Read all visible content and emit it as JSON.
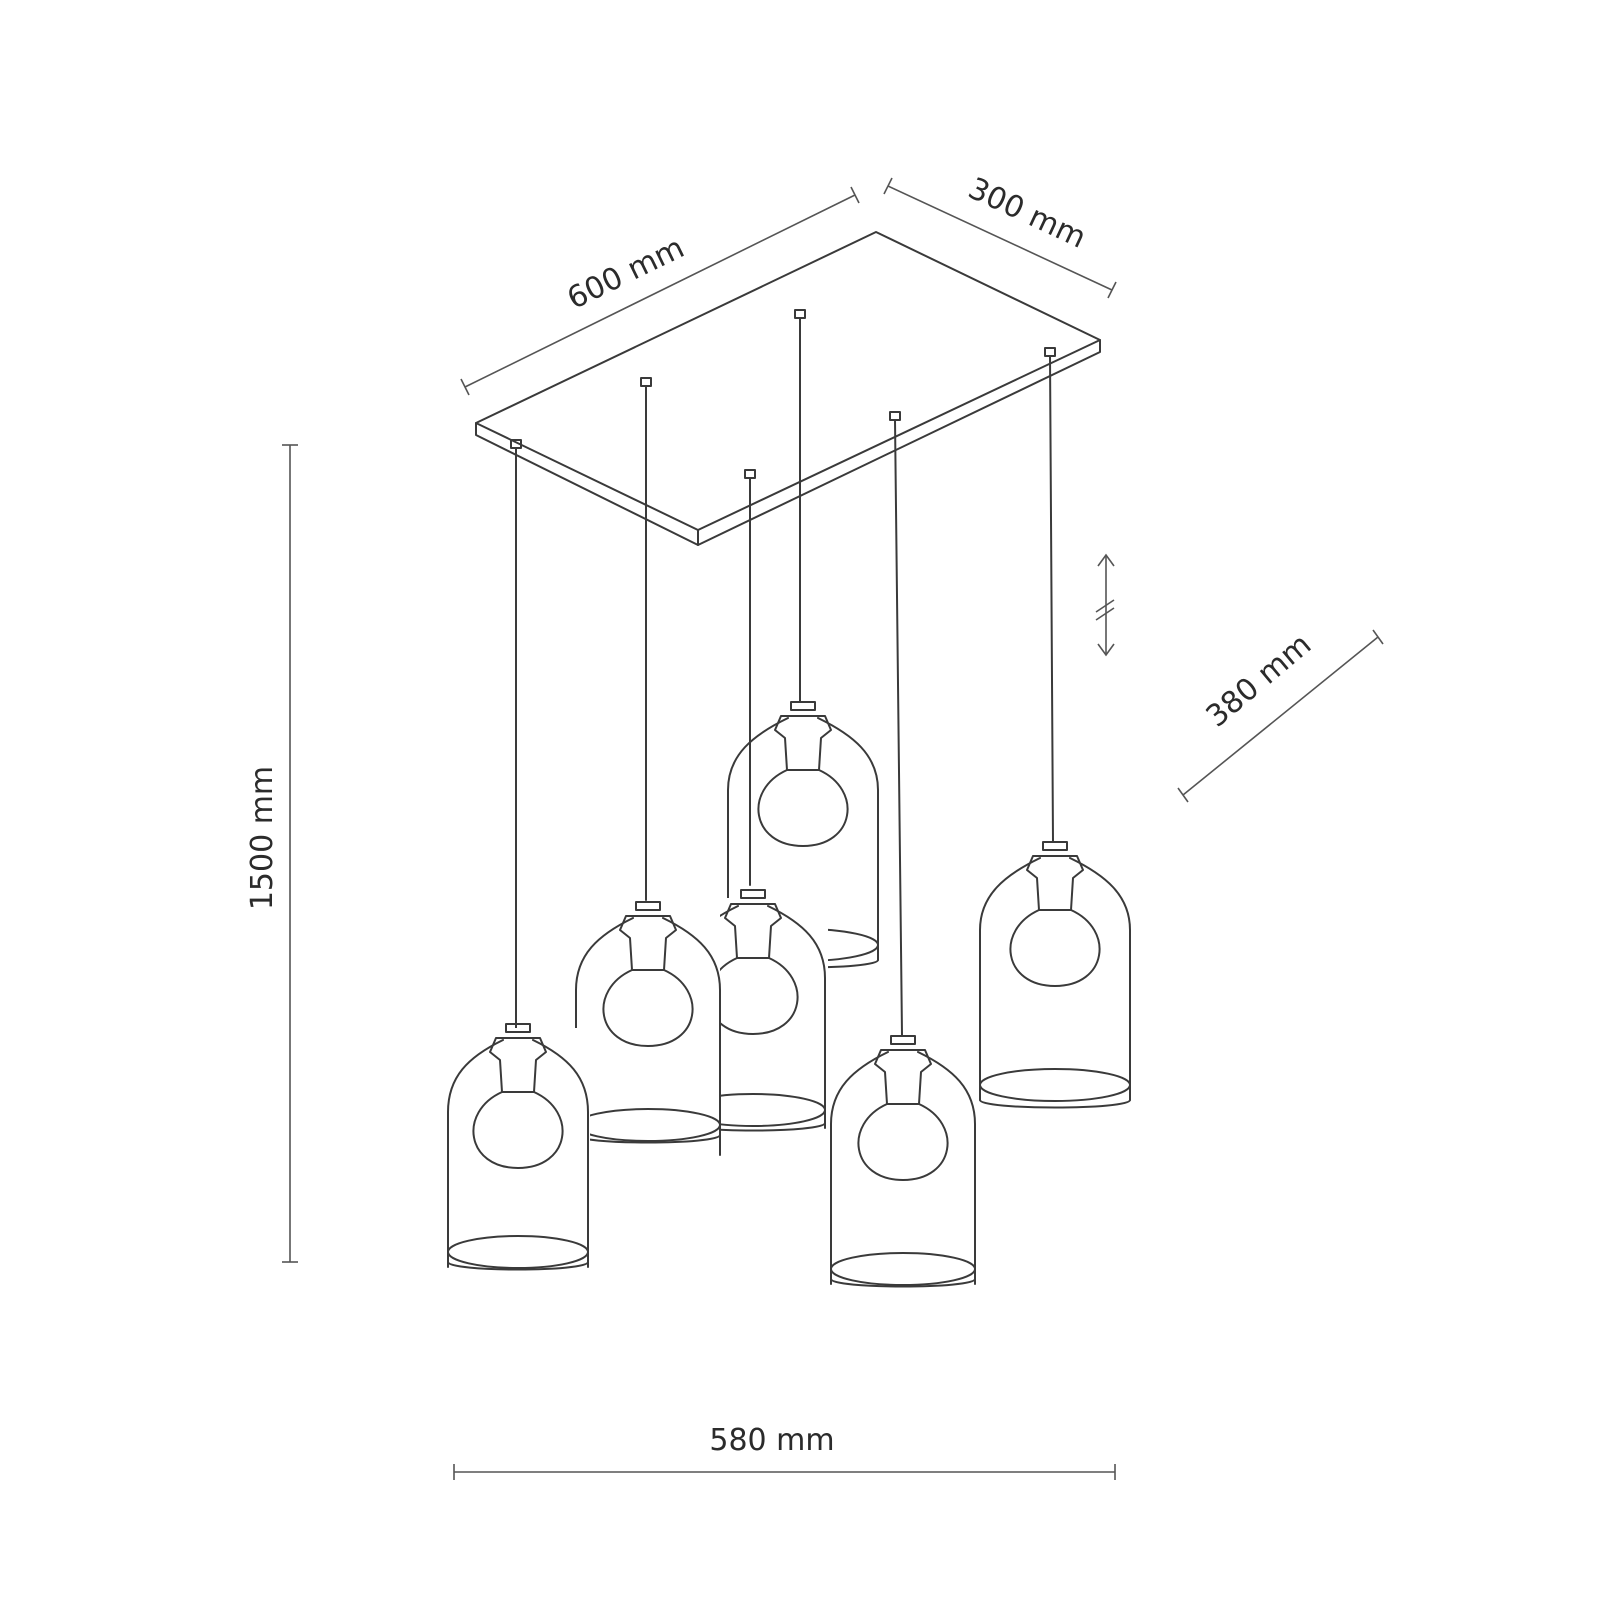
{
  "dimensions": {
    "length": "600 mm",
    "depth": "300 mm",
    "height": "1500 mm",
    "shade_spread": "380 mm",
    "width": "580 mm"
  },
  "pendants": [
    "pendant-1",
    "pendant-2",
    "pendant-3",
    "pendant-4",
    "pendant-5",
    "pendant-6"
  ],
  "colors": {
    "line": "#3a3a3a",
    "background": "#ffffff"
  }
}
